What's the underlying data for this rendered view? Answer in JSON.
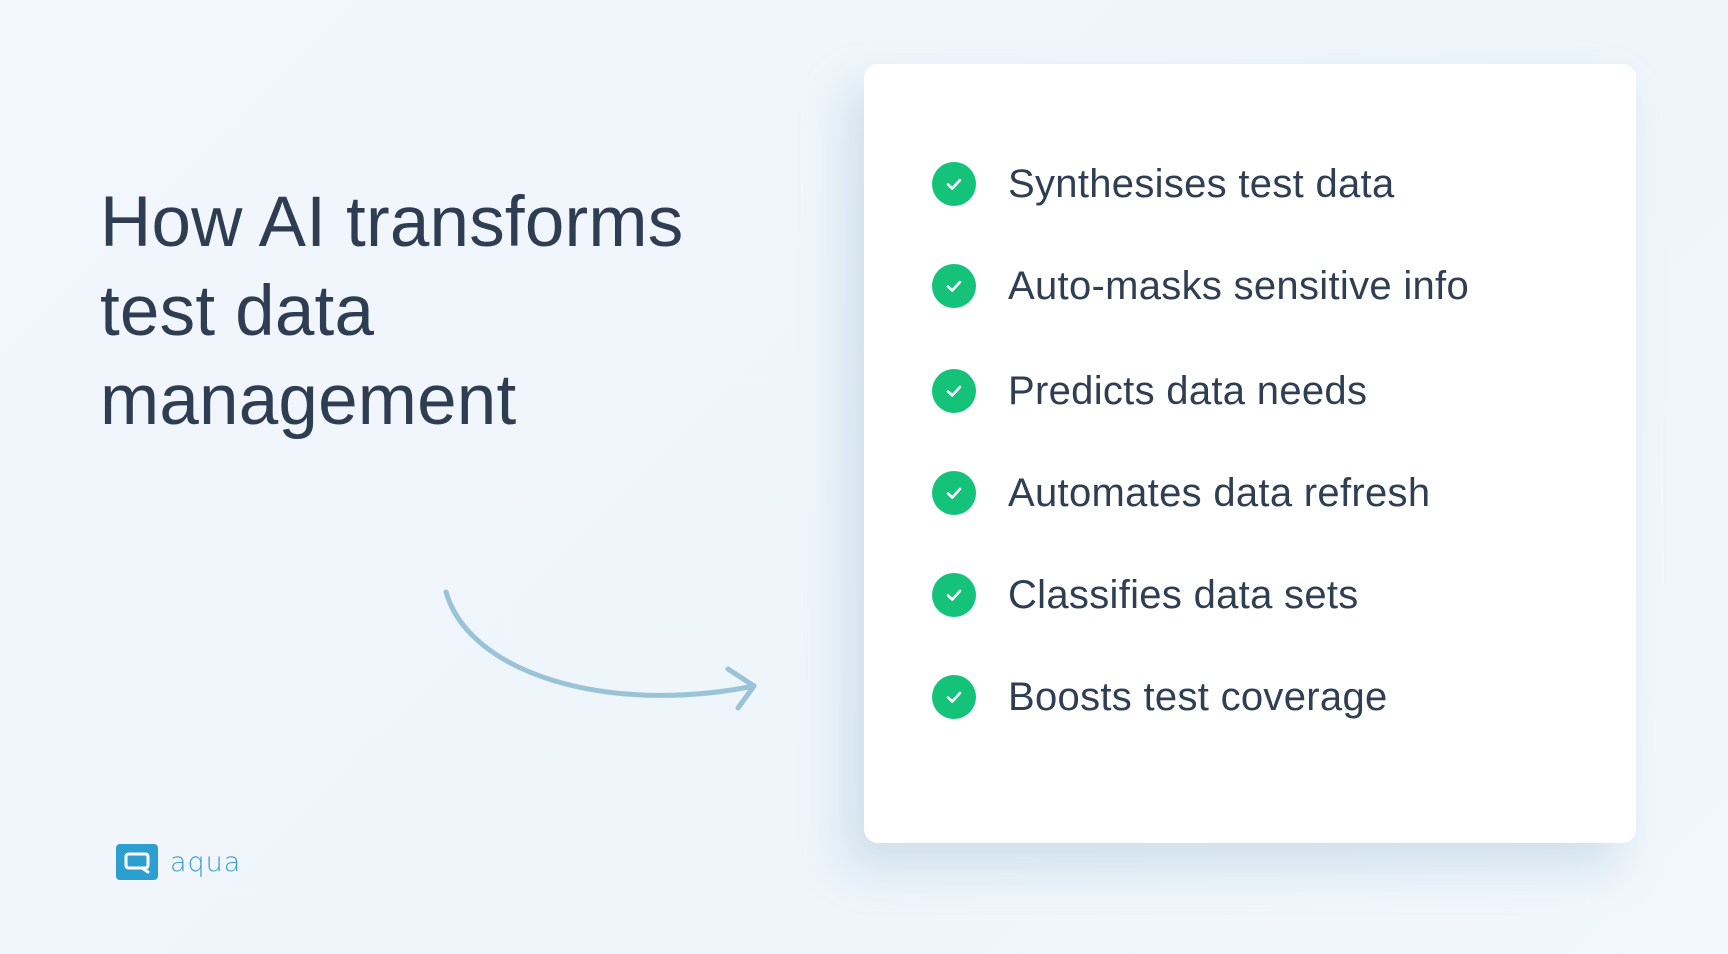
{
  "headline": {
    "lines": [
      "How AI transforms",
      "test data",
      "management"
    ],
    "color": "#2e3d52"
  },
  "features": {
    "check_icon": "check-circle-icon",
    "check_color": "#15c27a",
    "items": [
      {
        "label": "Synthesises test data"
      },
      {
        "label": "Auto-masks sensitive info"
      },
      {
        "label": "Predicts data needs"
      },
      {
        "label": "Automates data refresh"
      },
      {
        "label": "Classifies data sets"
      },
      {
        "label": "Boosts test coverage"
      }
    ]
  },
  "decor": {
    "arrow_icon": "curved-arrow-icon",
    "arrow_color": "#9ac3d8"
  },
  "brand": {
    "name": "aqua",
    "color": "#2c9fd1"
  },
  "background_color": "#eff6fc"
}
